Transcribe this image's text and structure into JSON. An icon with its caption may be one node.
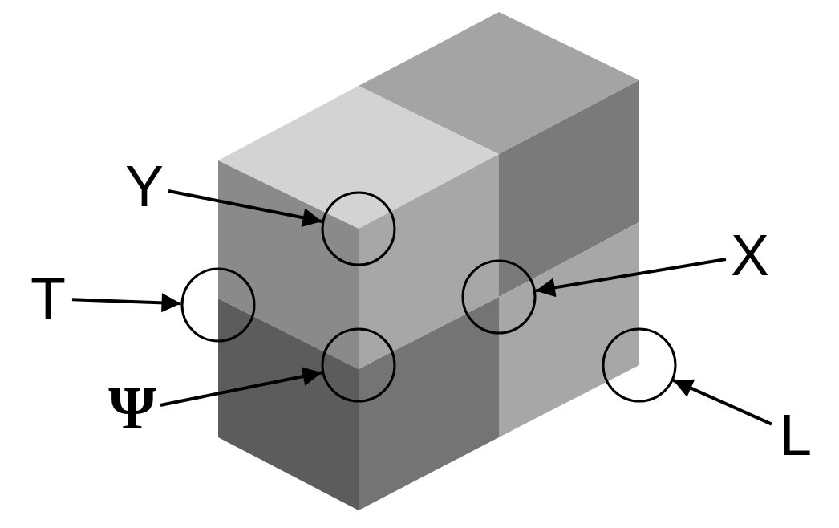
{
  "diagram": {
    "nodes": [
      {
        "text": [
          "Y"
        ]
      },
      {
        "text": [
          "T"
        ]
      },
      {
        "text": [
          "X"
        ]
      },
      {
        "text": [
          "Ψ"
        ]
      },
      {
        "text": [
          "L"
        ]
      },
      {
        "text": [],
        "shape": "circle"
      },
      {
        "text": [],
        "shape": "circle"
      },
      {
        "text": [],
        "shape": "circle"
      },
      {
        "text": [],
        "shape": "circle"
      },
      {
        "text": [],
        "shape": "circle"
      }
    ],
    "edges": [
      {
        "from": 0,
        "to": 6,
        "arrow": "to"
      },
      {
        "from": 1,
        "to": 5,
        "arrow": "to"
      },
      {
        "from": 2,
        "to": 8,
        "arrow": "to"
      },
      {
        "from": 3,
        "to": 7,
        "arrow": "to"
      },
      {
        "from": 4,
        "to": 9,
        "arrow": "to"
      }
    ]
  }
}
